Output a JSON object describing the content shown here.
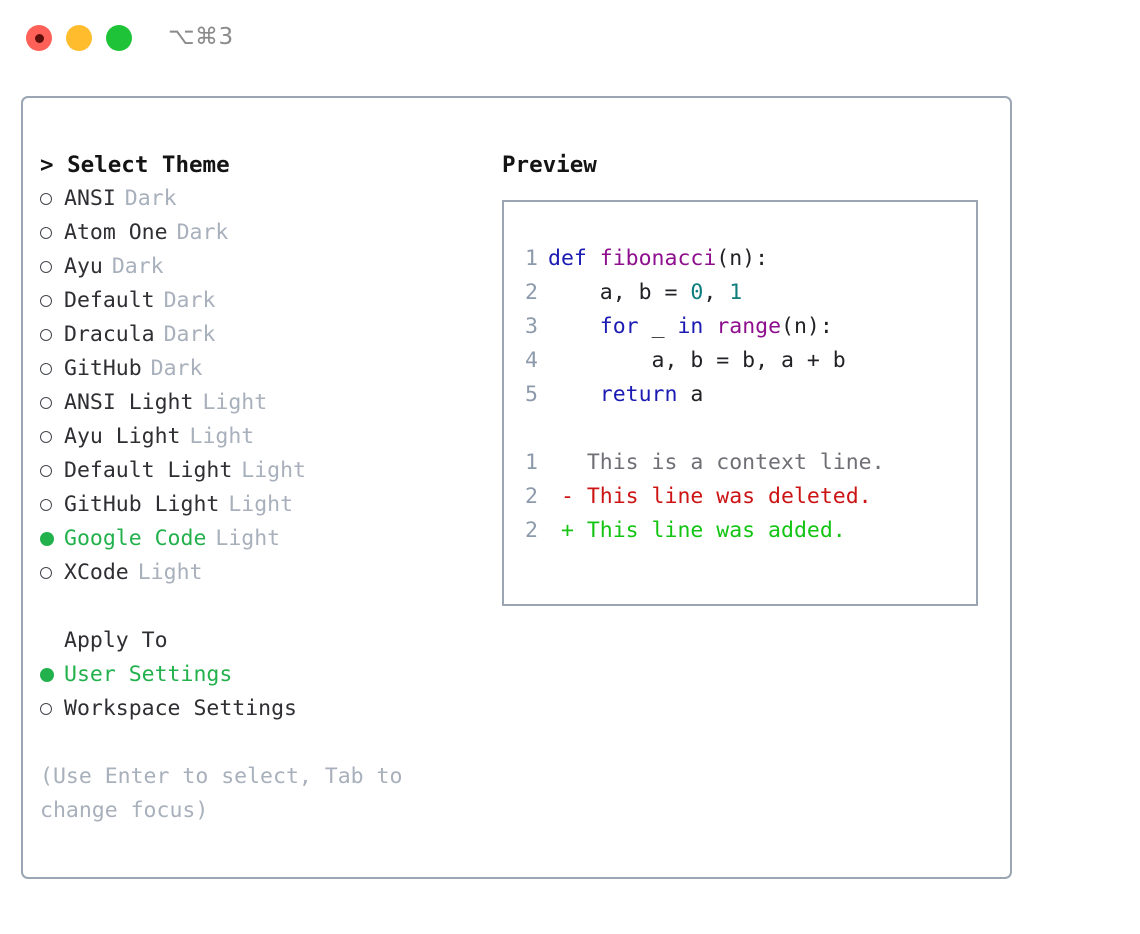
{
  "titlebar": {
    "shortcut": "⌥⌘3",
    "buttons": [
      {
        "name": "close",
        "color": "#ff6058"
      },
      {
        "name": "minimize",
        "color": "#ffbd2e"
      },
      {
        "name": "maximize",
        "color": "#1ec337"
      }
    ]
  },
  "theme_picker": {
    "header": "> Select Theme",
    "themes": [
      {
        "name": "ANSI",
        "badge": "Dark",
        "selected": false
      },
      {
        "name": "Atom One",
        "badge": "Dark",
        "selected": false
      },
      {
        "name": "Ayu",
        "badge": "Dark",
        "selected": false
      },
      {
        "name": "Default",
        "badge": "Dark",
        "selected": false
      },
      {
        "name": "Dracula",
        "badge": "Dark",
        "selected": false
      },
      {
        "name": "GitHub",
        "badge": "Dark",
        "selected": false
      },
      {
        "name": "ANSI Light",
        "badge": "Light",
        "selected": false
      },
      {
        "name": "Ayu Light",
        "badge": "Light",
        "selected": false
      },
      {
        "name": "Default Light",
        "badge": "Light",
        "selected": false
      },
      {
        "name": "GitHub Light",
        "badge": "Light",
        "selected": false
      },
      {
        "name": "Google Code",
        "badge": "Light",
        "selected": true
      },
      {
        "name": "XCode",
        "badge": "Light",
        "selected": false
      }
    ]
  },
  "apply_to": {
    "title": "Apply To",
    "options": [
      {
        "name": "User Settings",
        "selected": true
      },
      {
        "name": "Workspace Settings",
        "selected": false
      }
    ]
  },
  "hint": "(Use Enter to select, Tab to change focus)",
  "preview": {
    "title": "Preview",
    "code_lines": [
      {
        "num": "1",
        "segments": [
          {
            "text": "def ",
            "kind": "kw"
          },
          {
            "text": "fibonacci",
            "kind": "fn"
          },
          {
            "text": "(n):",
            "kind": "plain"
          }
        ]
      },
      {
        "num": "2",
        "segments": [
          {
            "text": "    a, b = ",
            "kind": "plain"
          },
          {
            "text": "0",
            "kind": "num"
          },
          {
            "text": ", ",
            "kind": "plain"
          },
          {
            "text": "1",
            "kind": "num"
          }
        ]
      },
      {
        "num": "3",
        "segments": [
          {
            "text": "    ",
            "kind": "plain"
          },
          {
            "text": "for",
            "kind": "kw"
          },
          {
            "text": " _ ",
            "kind": "plain"
          },
          {
            "text": "in",
            "kind": "kw"
          },
          {
            "text": " ",
            "kind": "plain"
          },
          {
            "text": "range",
            "kind": "fn"
          },
          {
            "text": "(n):",
            "kind": "plain"
          }
        ]
      },
      {
        "num": "4",
        "segments": [
          {
            "text": "        a, b = b, a + b",
            "kind": "plain"
          }
        ]
      },
      {
        "num": "5",
        "segments": [
          {
            "text": "    ",
            "kind": "plain"
          },
          {
            "text": "return",
            "kind": "kw"
          },
          {
            "text": " a",
            "kind": "plain"
          }
        ]
      }
    ],
    "diff_lines": [
      {
        "num": "1",
        "text": "   This is a context line.",
        "kind": "ctx"
      },
      {
        "num": "2",
        "text": " - This line was deleted.",
        "kind": "del"
      },
      {
        "num": "2",
        "text": " + This line was added.",
        "kind": "add"
      }
    ]
  },
  "colors": {
    "accent_green": "#22b14c",
    "border": "#9aa6b4",
    "muted": "#a8b0bc",
    "keyword": "#1b1bb3",
    "function": "#8e0f8e",
    "number": "#0d7c7c",
    "deleted": "#cc1414",
    "added": "#13c413"
  }
}
